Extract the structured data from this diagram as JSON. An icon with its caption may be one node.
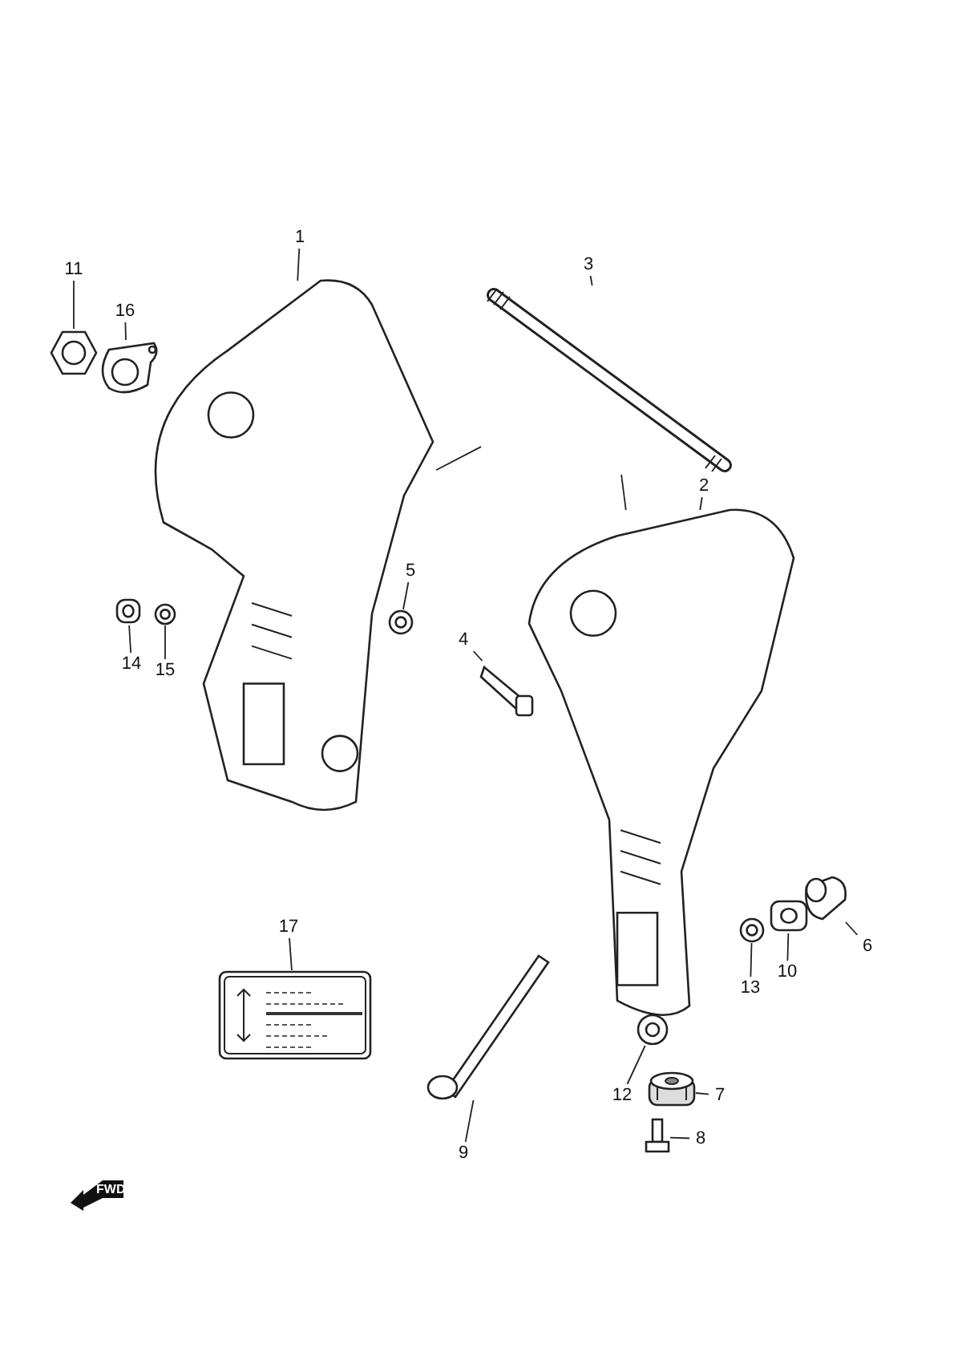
{
  "diagram": {
    "nodes": [
      {
        "text": [
          "1"
        ]
      },
      {
        "text": [
          "2"
        ]
      },
      {
        "text": [
          "3"
        ]
      },
      {
        "text": [
          "4"
        ]
      },
      {
        "text": [
          "5"
        ]
      },
      {
        "text": [
          "6"
        ]
      },
      {
        "text": [
          "7"
        ]
      },
      {
        "text": [
          "8"
        ]
      },
      {
        "text": [
          "9"
        ]
      },
      {
        "text": [
          "10"
        ]
      },
      {
        "text": [
          "11"
        ]
      },
      {
        "text": [
          "12"
        ]
      },
      {
        "text": [
          "13"
        ]
      },
      {
        "text": [
          "14"
        ]
      },
      {
        "text": [
          "15"
        ]
      },
      {
        "text": [
          "16"
        ]
      },
      {
        "text": [
          "17"
        ]
      },
      {
        "text": [],
        "shape": "picture"
      },
      {
        "text": [],
        "shape": "picture"
      },
      {
        "text": [],
        "shape": "picture"
      },
      {
        "text": [],
        "shape": "picture"
      },
      {
        "text": [],
        "shape": "picture"
      },
      {
        "text": [],
        "shape": "picture"
      },
      {
        "text": [],
        "shape": "picture"
      },
      {
        "text": [],
        "shape": "picture"
      },
      {
        "text": [],
        "shape": "picture"
      },
      {
        "text": [],
        "shape": "picture"
      },
      {
        "text": [],
        "shape": "picture"
      },
      {
        "text": [],
        "shape": "picture"
      },
      {
        "text": [],
        "shape": "picture"
      },
      {
        "text": [],
        "shape": "picture"
      },
      {
        "text": [],
        "shape": "picture"
      },
      {
        "text": [],
        "shape": "picture"
      },
      {
        "text": [],
        "shape": "box"
      },
      {
        "text": [
          "FWD"
        ]
      }
    ],
    "edges": [
      {
        "from": 0,
        "to": 17,
        "arrow": "none"
      },
      {
        "from": 1,
        "to": 18,
        "arrow": "none"
      },
      {
        "from": 2,
        "to": 19,
        "arrow": "none"
      },
      {
        "from": 3,
        "to": 20,
        "arrow": "none"
      },
      {
        "from": 4,
        "to": 21,
        "arrow": "none"
      },
      {
        "from": 5,
        "to": 22,
        "arrow": "none"
      },
      {
        "from": 6,
        "to": 23,
        "arrow": "none"
      },
      {
        "from": 7,
        "to": 24,
        "arrow": "none"
      },
      {
        "from": 8,
        "to": 25,
        "arrow": "none"
      },
      {
        "from": 9,
        "to": 26,
        "arrow": "none"
      },
      {
        "from": 10,
        "to": 27,
        "arrow": "none"
      },
      {
        "from": 11,
        "to": 28,
        "arrow": "none"
      },
      {
        "from": 12,
        "to": 29,
        "arrow": "none"
      },
      {
        "from": 13,
        "to": 30,
        "arrow": "none"
      },
      {
        "from": 14,
        "to": 31,
        "arrow": "none"
      },
      {
        "from": 15,
        "to": 32,
        "arrow": "none"
      },
      {
        "from": 16,
        "to": 33,
        "arrow": "none"
      },
      {
        "from": 19,
        "to": 17,
        "arrow": "none"
      },
      {
        "from": 19,
        "to": 18,
        "arrow": "none"
      }
    ]
  }
}
